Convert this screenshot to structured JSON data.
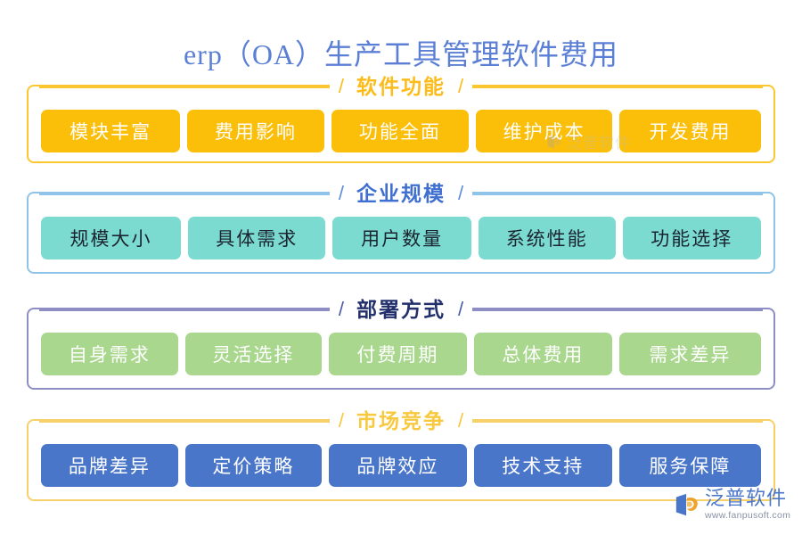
{
  "title": "erp（OA）生产工具管理软件费用",
  "colors": {
    "title": "#5b7fd4",
    "section1_accent": "#fbc730",
    "section2_accent": "#8fc3e8",
    "section3_accent": "#8d8fc4",
    "section4_accent": "#f7d06a",
    "tag1_bg": "#fbbe09",
    "tag2_bg": "#7bdbd0",
    "tag3_bg": "#a8d78d",
    "tag4_bg": "#4a76ca",
    "background": "#ffffff"
  },
  "sections": [
    {
      "id": "software-function",
      "heading": "软件功能",
      "divider_left": "/",
      "divider_right": "/",
      "tags": [
        "模块丰富",
        "费用影响",
        "功能全面",
        "维护成本",
        "开发费用"
      ]
    },
    {
      "id": "enterprise-scale",
      "heading": "企业规模",
      "divider_left": "/",
      "divider_right": "/",
      "tags": [
        "规模大小",
        "具体需求",
        "用户数量",
        "系统性能",
        "功能选择"
      ]
    },
    {
      "id": "deployment-mode",
      "heading": "部署方式",
      "divider_left": "/",
      "divider_right": "/",
      "tags": [
        "自身需求",
        "灵活选择",
        "付费周期",
        "总体费用",
        "需求差异"
      ]
    },
    {
      "id": "market-competition",
      "heading": "市场竞争",
      "divider_left": "/",
      "divider_right": "/",
      "tags": [
        "品牌差异",
        "定价策略",
        "品牌效应",
        "技术支持",
        "服务保障"
      ]
    }
  ],
  "watermark": {
    "text": "泛普软件"
  },
  "logo": {
    "name": "泛普软件",
    "url": "www.fanpusoft.com"
  }
}
